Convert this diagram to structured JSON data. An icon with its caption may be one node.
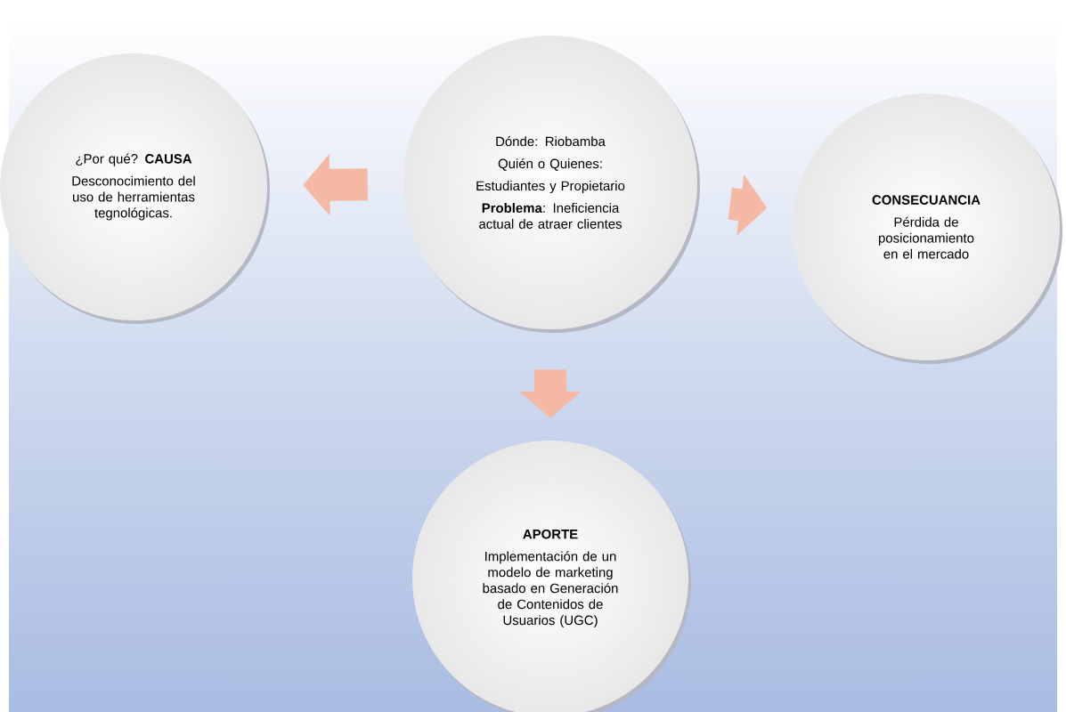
{
  "diagram": {
    "nodes": [
      {
        "text": [
          "¿Por qué? **CAUSA**",
          "Desconocimiento del uso de herramientas tegnológicas."
        ]
      },
      {
        "text": [
          "Dónde: Riobamba",
          "Quién o Quienes:",
          "Estudiantes y Propietario",
          "**Problema**: Ineficiencia actual de atraer clientes"
        ]
      },
      {
        "text": [
          "CONSECUANCIA",
          "Pérdida de posicionamiento en el mercado"
        ]
      },
      {
        "text": [
          "APORTE",
          "Implementación de un modelo de marketing basado en Generación de Contenidos de Usuarios (UGC)"
        ]
      }
    ],
    "edges": [
      {
        "from": 1,
        "to": 0,
        "arrow": "to"
      },
      {
        "from": 1,
        "to": 2,
        "arrow": "to"
      },
      {
        "from": 1,
        "to": 3,
        "arrow": "to"
      }
    ]
  }
}
